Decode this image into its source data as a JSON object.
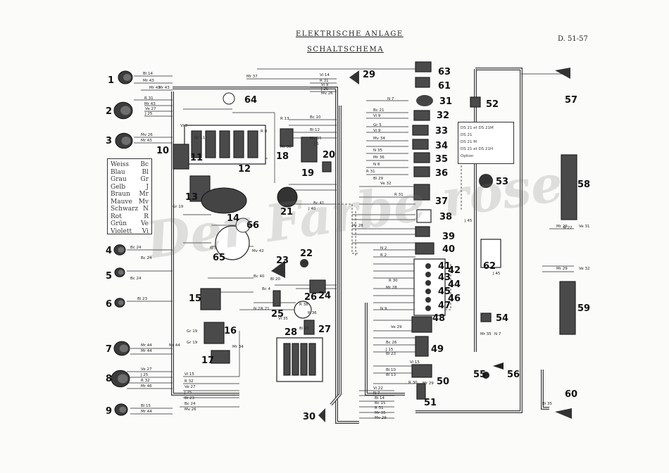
{
  "header": {
    "title_line1": "ELEKTRISCHE ANLAGE",
    "title_line2": "SCHALTSCHEMA",
    "page_ref": "D. 51-57"
  },
  "legend": [
    {
      "color": "Weiss",
      "code": "Bc"
    },
    {
      "color": "Blau",
      "code": "Bl"
    },
    {
      "color": "Grau",
      "code": "Gr"
    },
    {
      "color": "Gelb",
      "code": "J"
    },
    {
      "color": "Braun",
      "code": "Mr"
    },
    {
      "color": "Mauve",
      "code": "Mv"
    },
    {
      "color": "Schwarz",
      "code": "N"
    },
    {
      "color": "Rot",
      "code": "R"
    },
    {
      "color": "Grün",
      "code": "Ve"
    },
    {
      "color": "Violett",
      "code": "Vi"
    }
  ],
  "options_box": [
    "DS 21 et DS 21M",
    "DS 21",
    "DS 21 M",
    "DS 21 et DS 21H",
    "Option"
  ],
  "watermark": "Der Farbe rose",
  "components": [
    "1",
    "2",
    "3",
    "4",
    "5",
    "6",
    "7",
    "8",
    "9",
    "10",
    "11",
    "12",
    "13",
    "14",
    "15",
    "16",
    "17",
    "18",
    "19",
    "20",
    "21",
    "22",
    "23",
    "24",
    "25",
    "26",
    "27",
    "28",
    "29",
    "30",
    "31",
    "32",
    "33",
    "34",
    "35",
    "36",
    "37",
    "38",
    "39",
    "40",
    "41",
    "42",
    "43",
    "44",
    "45",
    "46",
    "47",
    "48",
    "49",
    "50",
    "51",
    "52",
    "53",
    "54",
    "55",
    "56",
    "57",
    "58",
    "59",
    "60",
    "61",
    "62",
    "63",
    "64",
    "65",
    "66"
  ],
  "wire_labels": [
    "Bl 14",
    "Mr 43",
    "Mr 43",
    "Mr 43",
    "R 31",
    "Mr 43",
    "Ve 27",
    "J 25",
    "Mv 26",
    "Mr 43",
    "Mr 37",
    "Vi 14",
    "R 31",
    "Vi 9",
    "J 25",
    "Mv 26",
    "Bc 24",
    "Bc 24",
    "Bc 24",
    "Bl 23",
    "Mr 44",
    "Mr 44",
    "Mr 44",
    "Ve 27",
    "J 25",
    "R 32",
    "Mr 46",
    "Bl 15",
    "Mr 44",
    "Vi 15",
    "R 32",
    "Ve 27",
    "J 25",
    "Bl 23",
    "Bc 24",
    "Mv 26",
    "Gr 19",
    "Bc 40",
    "Bl 20",
    "Bc 4",
    "R 21",
    "Vi 35",
    "N 2",
    "Bl 21",
    "R 36",
    "Gr 19",
    "Mr 34",
    "Gr 19",
    "N 7",
    "Bc 21",
    "Vi 9",
    "Gr 5",
    "Vi 9",
    "Mv 34",
    "N 35",
    "Mr 36",
    "N 8",
    "R 31",
    "Bl 29",
    "Ve 32",
    "R 31",
    "Mr 29",
    "Ve 31",
    "Ve 32",
    "Mr 29",
    "Mr 35",
    "N 7",
    "Bl 35",
    "R 22",
    "J 45",
    "J 45",
    "Mr 28",
    "R 30",
    "Mr 29",
    "Vi 22",
    "N 7",
    "Bl 14",
    "Bc 15",
    "R 31",
    "Mr 35",
    "Mv 29",
    "Bl 10",
    "Bl 13",
    "Vi 15",
    "Bc 26",
    "J 15",
    "Bl 23",
    "Ve 29",
    "N 9",
    "N 2",
    "R 2",
    "R 30",
    "Mr 28",
    "Bc 10",
    "Bl 12",
    "Mv 35",
    "J 5",
    "R 13",
    "Mr 36",
    "J 40",
    "Bc 41",
    "Mv 42",
    "R 38",
    "N 3",
    "Vi 9",
    "Gr 11",
    "R 8"
  ]
}
